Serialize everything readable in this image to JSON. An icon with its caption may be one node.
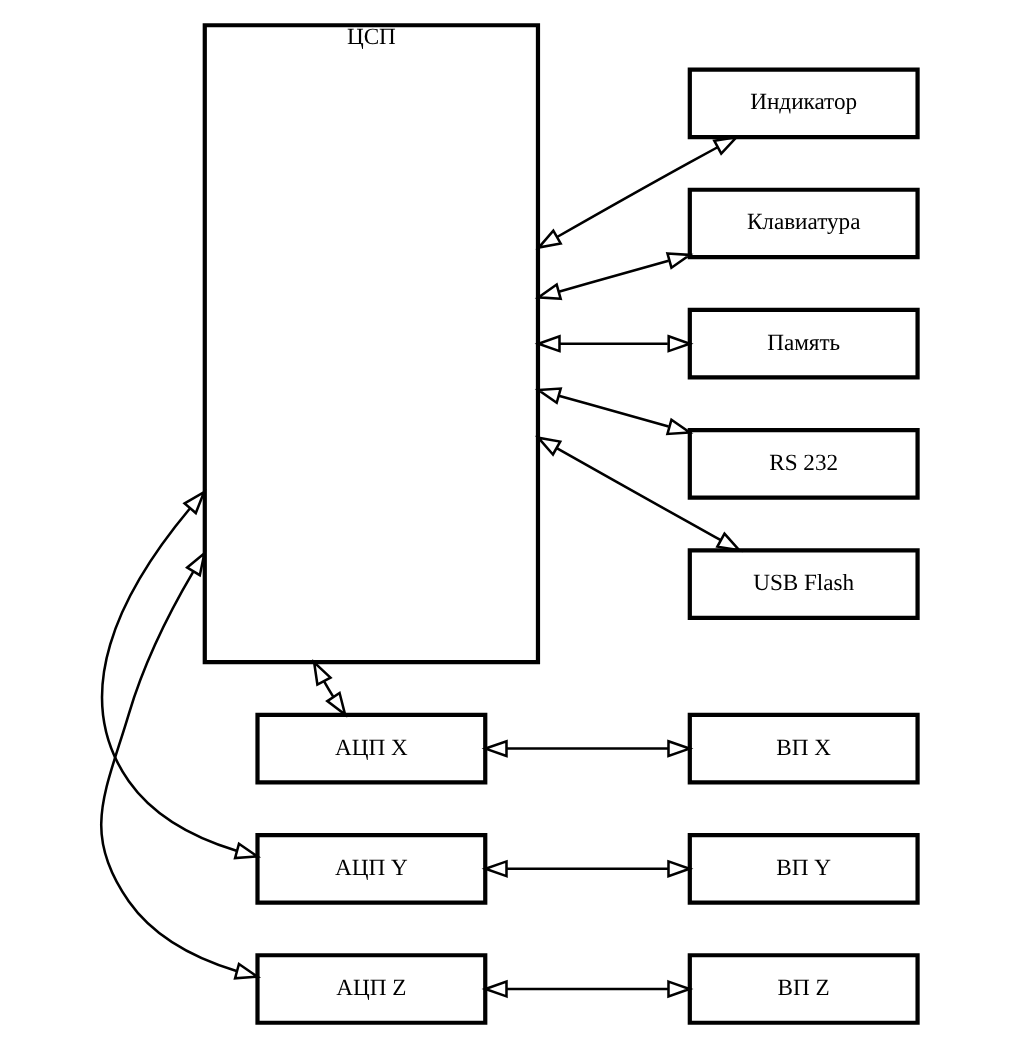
{
  "diagram": {
    "nodes": [
      {
        "text": [
          "ЦСП"
        ]
      },
      {
        "text": [
          "Индикатор"
        ]
      },
      {
        "text": [
          "Клавиатура"
        ]
      },
      {
        "text": [
          "Память"
        ]
      },
      {
        "text": [
          "RS 232"
        ]
      },
      {
        "text": [
          "USB Flash"
        ]
      },
      {
        "text": [
          "АЦП X"
        ]
      },
      {
        "text": [
          "АЦП Y"
        ]
      },
      {
        "text": [
          "АЦП Z"
        ]
      },
      {
        "text": [
          "ВП X"
        ]
      },
      {
        "text": [
          "ВП Y"
        ]
      },
      {
        "text": [
          "ВП Z"
        ]
      }
    ],
    "edges": [
      {
        "from": 0,
        "to": 1,
        "arrow": "both"
      },
      {
        "from": 0,
        "to": 2,
        "arrow": "both"
      },
      {
        "from": 0,
        "to": 3,
        "arrow": "both"
      },
      {
        "from": 0,
        "to": 4,
        "arrow": "both"
      },
      {
        "from": 0,
        "to": 5,
        "arrow": "both"
      },
      {
        "from": 0,
        "to": 6,
        "arrow": "both"
      },
      {
        "from": 0,
        "to": 7,
        "arrow": "both"
      },
      {
        "from": 0,
        "to": 8,
        "arrow": "both"
      },
      {
        "from": 6,
        "to": 9,
        "arrow": "both"
      },
      {
        "from": 7,
        "to": 10,
        "arrow": "both"
      },
      {
        "from": 8,
        "to": 11,
        "arrow": "both"
      }
    ]
  }
}
